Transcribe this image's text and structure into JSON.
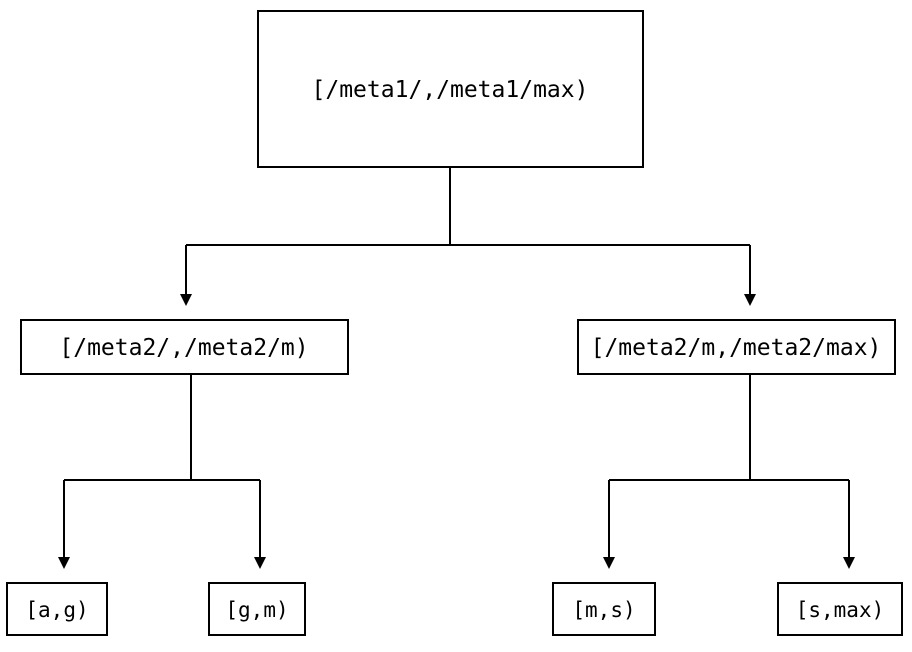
{
  "diagram": {
    "type": "tree",
    "orientation": "top-down",
    "background_color": "#ffffff",
    "stroke_color": "#000000",
    "text_color": "#000000",
    "edge_style": "orthogonal",
    "arrow_style": "filled-triangle",
    "levels": 3,
    "nodes": {
      "root": {
        "label": "[/meta1/,/meta1/max)",
        "level": 0
      },
      "mid_left": {
        "label": "[/meta2/,/meta2/m)",
        "level": 1
      },
      "mid_right": {
        "label": "[/meta2/m,/meta2/max)",
        "level": 1
      },
      "leaf_1": {
        "label": "[a,g)",
        "level": 2
      },
      "leaf_2": {
        "label": "[g,m)",
        "level": 2
      },
      "leaf_3": {
        "label": "[m,s)",
        "level": 2
      },
      "leaf_4": {
        "label": "[s,max)",
        "level": 2
      }
    },
    "edges": [
      {
        "from": "root",
        "to": "mid_left"
      },
      {
        "from": "root",
        "to": "mid_right"
      },
      {
        "from": "mid_left",
        "to": "leaf_1"
      },
      {
        "from": "mid_left",
        "to": "leaf_2"
      },
      {
        "from": "mid_right",
        "to": "leaf_3"
      },
      {
        "from": "mid_right",
        "to": "leaf_4"
      }
    ]
  }
}
